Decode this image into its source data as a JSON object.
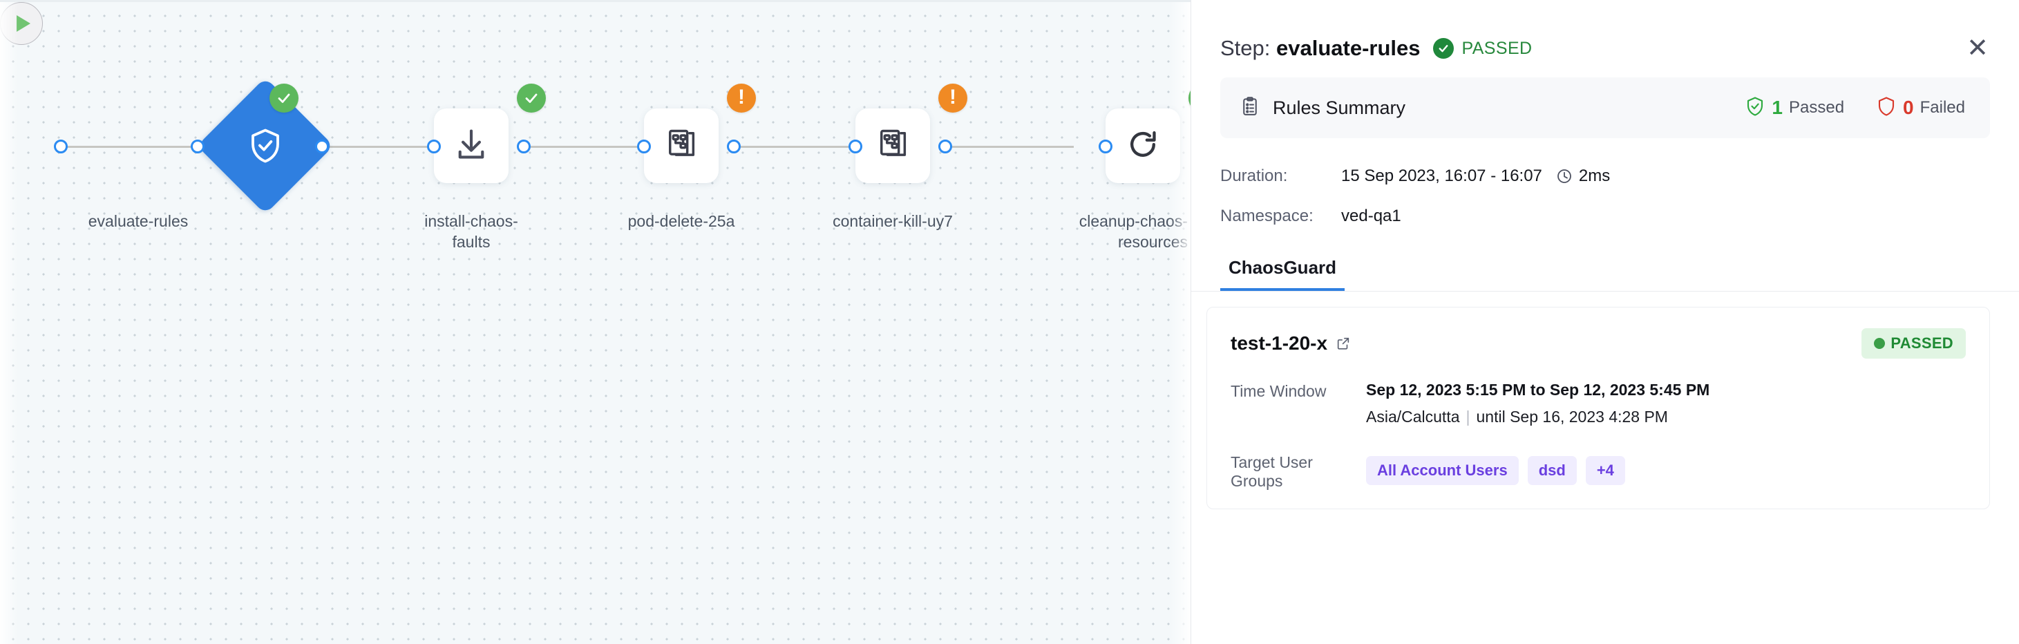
{
  "canvas": {
    "nodes": [
      {
        "id": "start",
        "label": "",
        "icon": "play-icon",
        "shape": "circle",
        "status": ""
      },
      {
        "id": "evaluate-rules",
        "label": "evaluate-rules",
        "icon": "shield-check-icon",
        "shape": "diamond",
        "status": "passed"
      },
      {
        "id": "install-chaos",
        "label": "install-chaos-\nfaults",
        "icon": "download-icon",
        "shape": "square",
        "status": "passed"
      },
      {
        "id": "pod-delete",
        "label": "pod-delete-25a",
        "icon": "chaos-experiment-icon",
        "shape": "square",
        "status": "warning"
      },
      {
        "id": "container-kill",
        "label": "container-kill-uy7",
        "icon": "chaos-experiment-icon",
        "shape": "square",
        "status": "warning"
      },
      {
        "id": "cleanup-chaos",
        "label": "cleanup-chaos-\nresources",
        "icon": "refresh-icon",
        "shape": "square",
        "status": "passed"
      }
    ],
    "colors": {
      "selected_node": "#2f7fe0",
      "port": "#2b8bf2",
      "edge": "#c6c6c2",
      "status_passed": "#5cb85c",
      "status_warning": "#f08a24",
      "background": "#f4f8fa"
    }
  },
  "panel": {
    "header": {
      "prefix": "Step:",
      "step_name": "evaluate-rules",
      "status": "PASSED",
      "status_color": "#27883c",
      "close_label": "✕"
    },
    "rules_summary": {
      "title": "Rules Summary",
      "passed_count": "1",
      "passed_label": "Passed",
      "failed_count": "0",
      "failed_label": "Failed",
      "passed_color": "#2eaa3f",
      "failed_color": "#d93a2c"
    },
    "meta": {
      "duration_key": "Duration:",
      "duration_value": "15 Sep 2023, 16:07 - 16:07",
      "duration_elapsed": "2ms",
      "namespace_key": "Namespace:",
      "namespace_value": "ved-qa1"
    },
    "tabs": [
      {
        "label": "ChaosGuard",
        "active": true
      }
    ],
    "test_card": {
      "name": "test-1-20-x",
      "status_badge": "PASSED",
      "status_badge_color": "#1f8a34",
      "time_window_key": "Time Window",
      "time_window_value": "Sep 12, 2023 5:15 PM to Sep 12, 2023 5:45 PM",
      "timezone": "Asia/Calcutta",
      "until_text": "until Sep 16, 2023 4:28 PM",
      "target_user_groups_key": "Target User Groups",
      "target_user_groups": [
        "All Account Users",
        "dsd",
        "+4"
      ],
      "chip_color": "#6a3fe0"
    }
  }
}
